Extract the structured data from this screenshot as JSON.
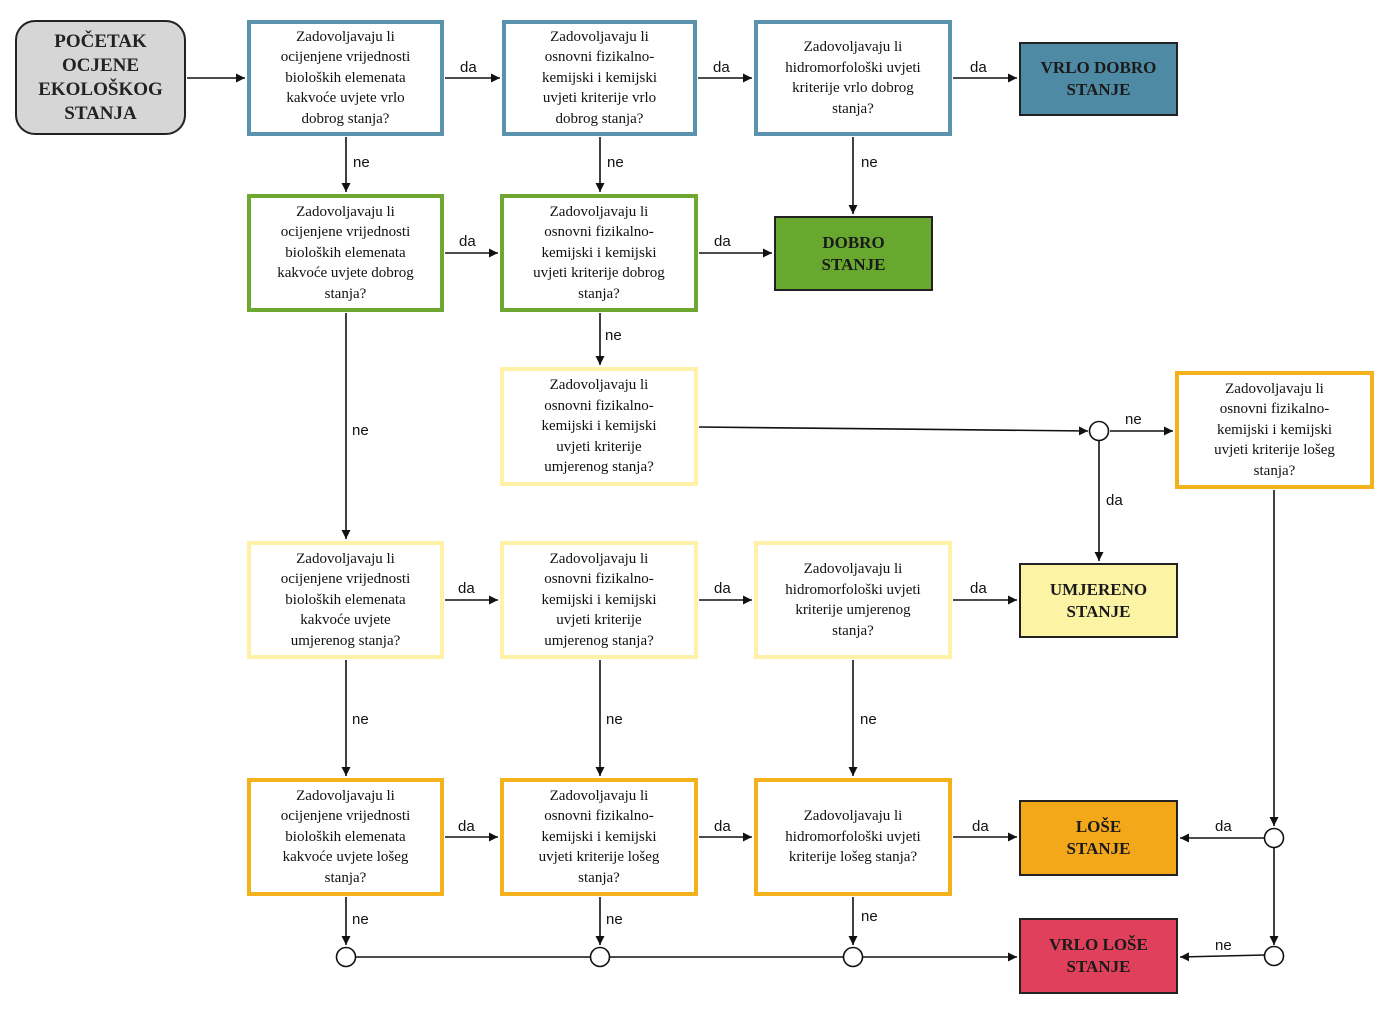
{
  "start": {
    "label": "POČETAK\nOCJENE\nEKOLOŠKOG\nSTANJA"
  },
  "questions": {
    "bio_vrlo_dobro": "Zadovoljavaju li\nocijenjene vrijednosti\nbioloških elemenata\nkakvoće uvjete vrlo\ndobrog stanja?",
    "fk_vrlo_dobro": "Zadovoljavaju li\nosnovni fizikalno-\nkemijski i kemijski\nuvjeti kriterije vrlo\ndobrog stanja?",
    "hm_vrlo_dobro": "Zadovoljavaju li\nhidromorfološki uvjeti\nkriterije vrlo dobrog\nstanja?",
    "bio_dobro": "Zadovoljavaju li\nocijenjene vrijednosti\nbioloških elemenata\nkakvoće uvjete dobrog\nstanja?",
    "fk_dobro": "Zadovoljavaju li\nosnovni fizikalno-\nkemijski i kemijski\nuvjeti kriterije dobrog\nstanja?",
    "fk_umjereno_a": "Zadovoljavaju li\nosnovni fizikalno-\nkemijski i kemijski\nuvjeti kriterije\numjerenog stanja?",
    "fk_lose_right": "Zadovoljavaju li\nosnovni fizikalno-\nkemijski i kemijski\nuvjeti kriterije lošeg\nstanja?",
    "bio_umjereno": "Zadovoljavaju li\nocijenjene vrijednosti\nbioloških elemenata\nkakvoće uvjete\numjerenog stanja?",
    "fk_umjereno_b": "Zadovoljavaju li\nosnovni fizikalno-\nkemijski i kemijski\nuvjeti kriterije\numjerenog stanja?",
    "hm_umjereno": "Zadovoljavaju li\nhidromorfološki uvjeti\nkriterije umjerenog\nstanja?",
    "bio_lose": "Zadovoljavaju li\nocijenjene vrijednosti\nbioloških elemenata\nkakvoće uvjete lošeg\nstanja?",
    "fk_lose": "Zadovoljavaju li\nosnovni fizikalno-\nkemijski i kemijski\nuvjeti kriterije lošeg\nstanja?",
    "hm_lose": "Zadovoljavaju li\nhidromorfološki uvjeti\nkriterije lošeg stanja?"
  },
  "results": {
    "vrlo_dobro": {
      "label": "VRLO DOBRO\nSTANJE",
      "color": "#4e8aa3"
    },
    "dobro": {
      "label": "DOBRO\nSTANJE",
      "color": "#69a82f"
    },
    "umjereno": {
      "label": "UMJERENO\nSTANJE",
      "color": "#fdf3a4"
    },
    "lose": {
      "label": "LOŠE\nSTANJE",
      "color": "#f3a81a"
    },
    "vrlo_lose": {
      "label": "VRLO LOŠE\nSTANJE",
      "color": "#e0405b"
    }
  },
  "edge_labels": {
    "yes": "da",
    "no": "ne"
  }
}
